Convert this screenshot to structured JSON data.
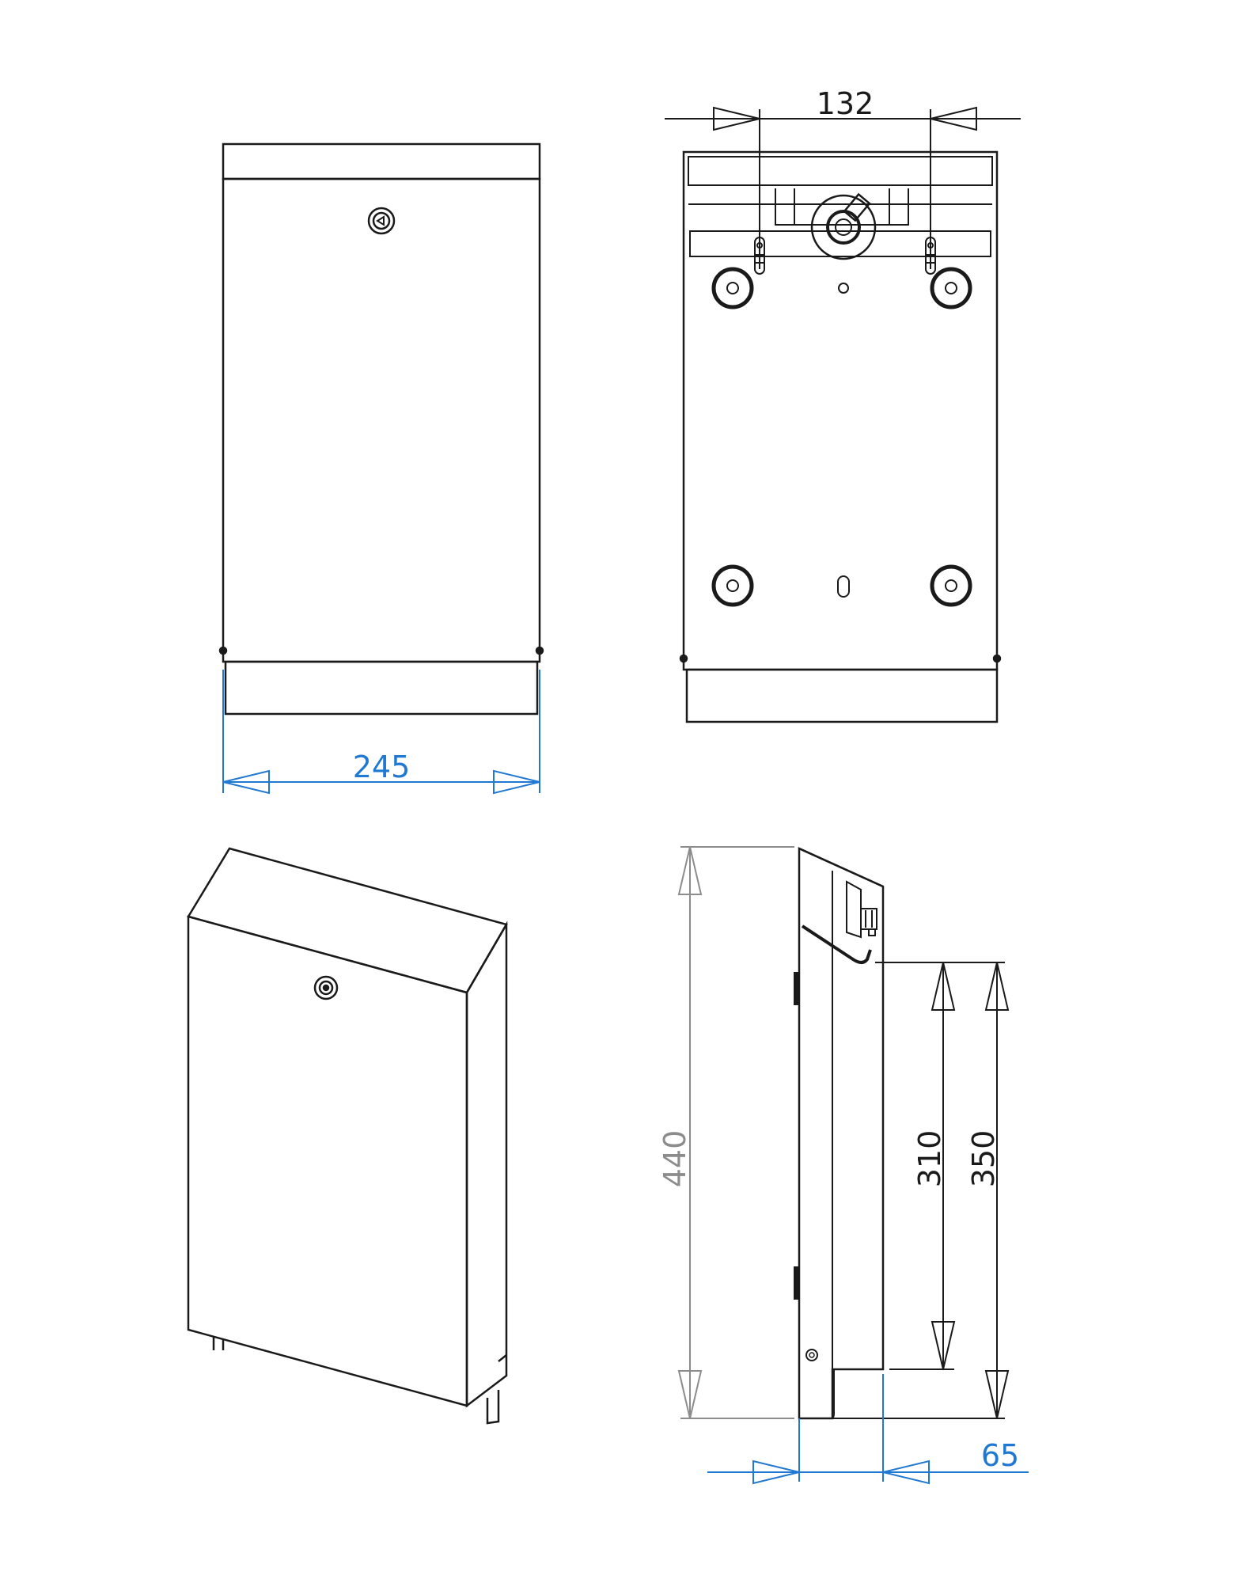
{
  "dimensions": {
    "front_width": "245",
    "back_center_spacing": "132",
    "side_total_height": "440",
    "side_bracket_height": "310",
    "side_upper_height": "350",
    "side_depth": "65"
  },
  "colors": {
    "line": "#1a1a1a",
    "dimension_blue": "#1f78d1",
    "dimension_gray": "#8c8c8c",
    "background": "#ffffff"
  }
}
